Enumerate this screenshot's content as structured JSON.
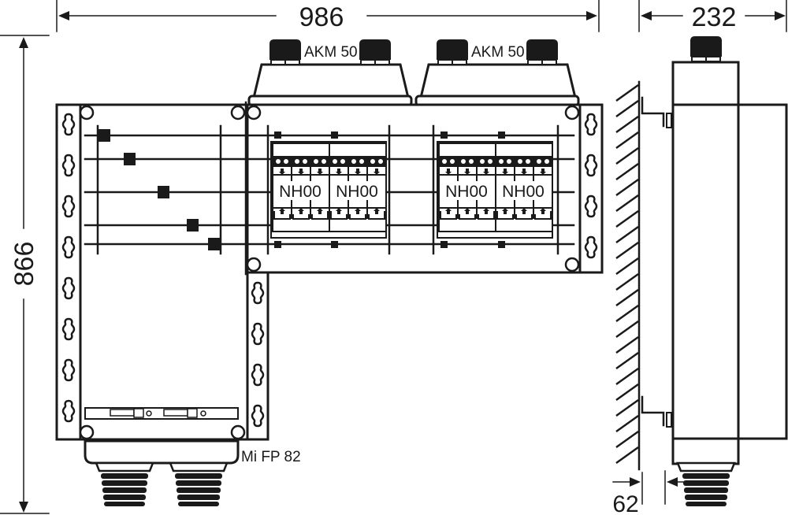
{
  "drawing": {
    "dimensions": {
      "width": "986",
      "depth": "232",
      "height": "866",
      "wall_offset": "62"
    },
    "labels": {
      "cable_box_left": "AKM 50",
      "cable_box_right": "AKM 50",
      "bottom_box": "Mi FP 82",
      "fuse_1": "NH00",
      "fuse_2": "NH00",
      "fuse_3": "NH00",
      "fuse_4": "NH00"
    },
    "colors": {
      "line": "#1a1a1a",
      "background": "#ffffff"
    }
  }
}
